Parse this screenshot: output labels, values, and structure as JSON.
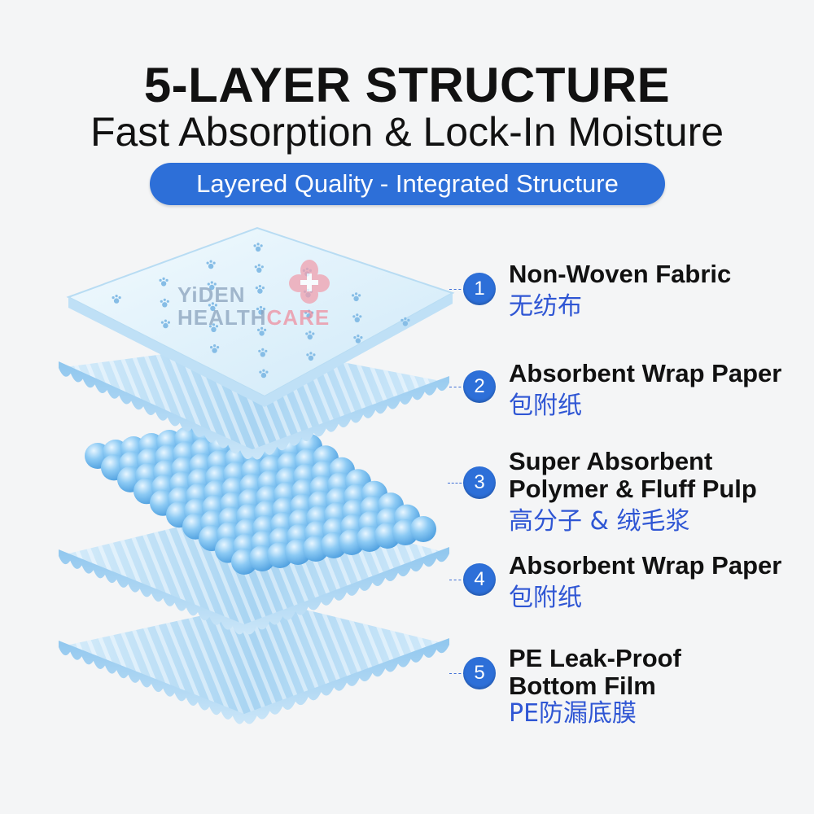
{
  "header": {
    "title": "5-LAYER STRUCTURE",
    "subtitle": "Fast Absorption & Lock-In Moisture",
    "tagline": "Layered Quality - Integrated Structure"
  },
  "watermark": {
    "line1": "YiDEN",
    "line2_a": "HEALTH",
    "line2_b": "CARE"
  },
  "layers": [
    {
      "number": "1",
      "name_en": "Non-Woven Fabric",
      "name_zh": "无纺布"
    },
    {
      "number": "2",
      "name_en": "Absorbent Wrap Paper",
      "name_zh": "包附纸"
    },
    {
      "number": "3",
      "name_en_line1": "Super Absorbent",
      "name_en_line2": "Polymer & Fluff Pulp",
      "name_zh": "高分子 & 绒毛浆"
    },
    {
      "number": "4",
      "name_en": "Absorbent Wrap Paper",
      "name_zh": "包附纸"
    },
    {
      "number": "5",
      "name_en_line1": "PE Leak-Proof",
      "name_en_line2": "Bottom Film",
      "name_zh": "PE防漏底膜"
    }
  ],
  "colors": {
    "accent": "#2d6fd8",
    "chinese_text": "#2f56d4",
    "layer_light": "#e3f2fb",
    "layer_blue": "#a9d6f3",
    "bead_blue": "#74bdf0",
    "watermark_pink": "#ee8fa0"
  }
}
